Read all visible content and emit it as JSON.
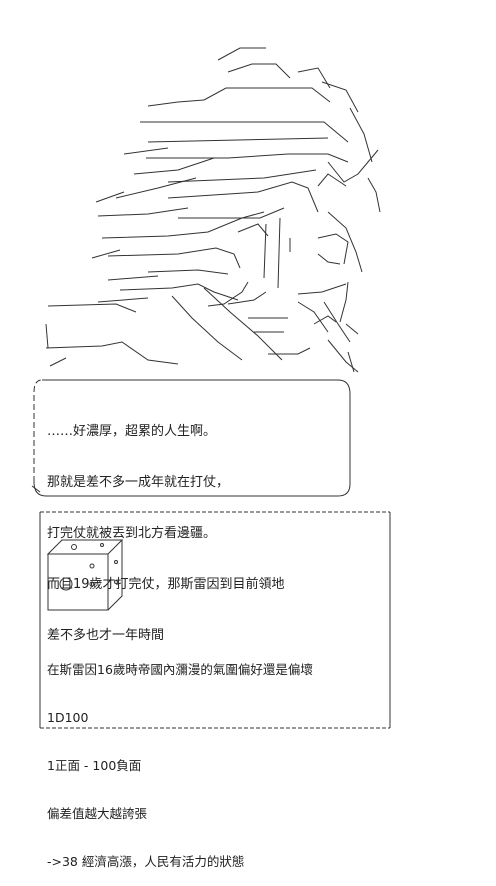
{
  "speech": {
    "lines": [
      "……好濃厚，超累的人生啊。",
      "那就是差不多一成年就在打仗，",
      "打完仗就被丟到北方看邊疆。",
      "而且19歲才打完仗，那斯雷因到目前領地",
      "差不多也才一年時間"
    ]
  },
  "status": {
    "lines": [
      "在斯雷因16歲時帝國內瀰漫的氣圍偏好還是偏壞",
      "1D100",
      "1正面 - 100負面",
      "偏差值越大越誇張",
      "->38 經濟高漲，人民有活力的狀態"
    ]
  }
}
